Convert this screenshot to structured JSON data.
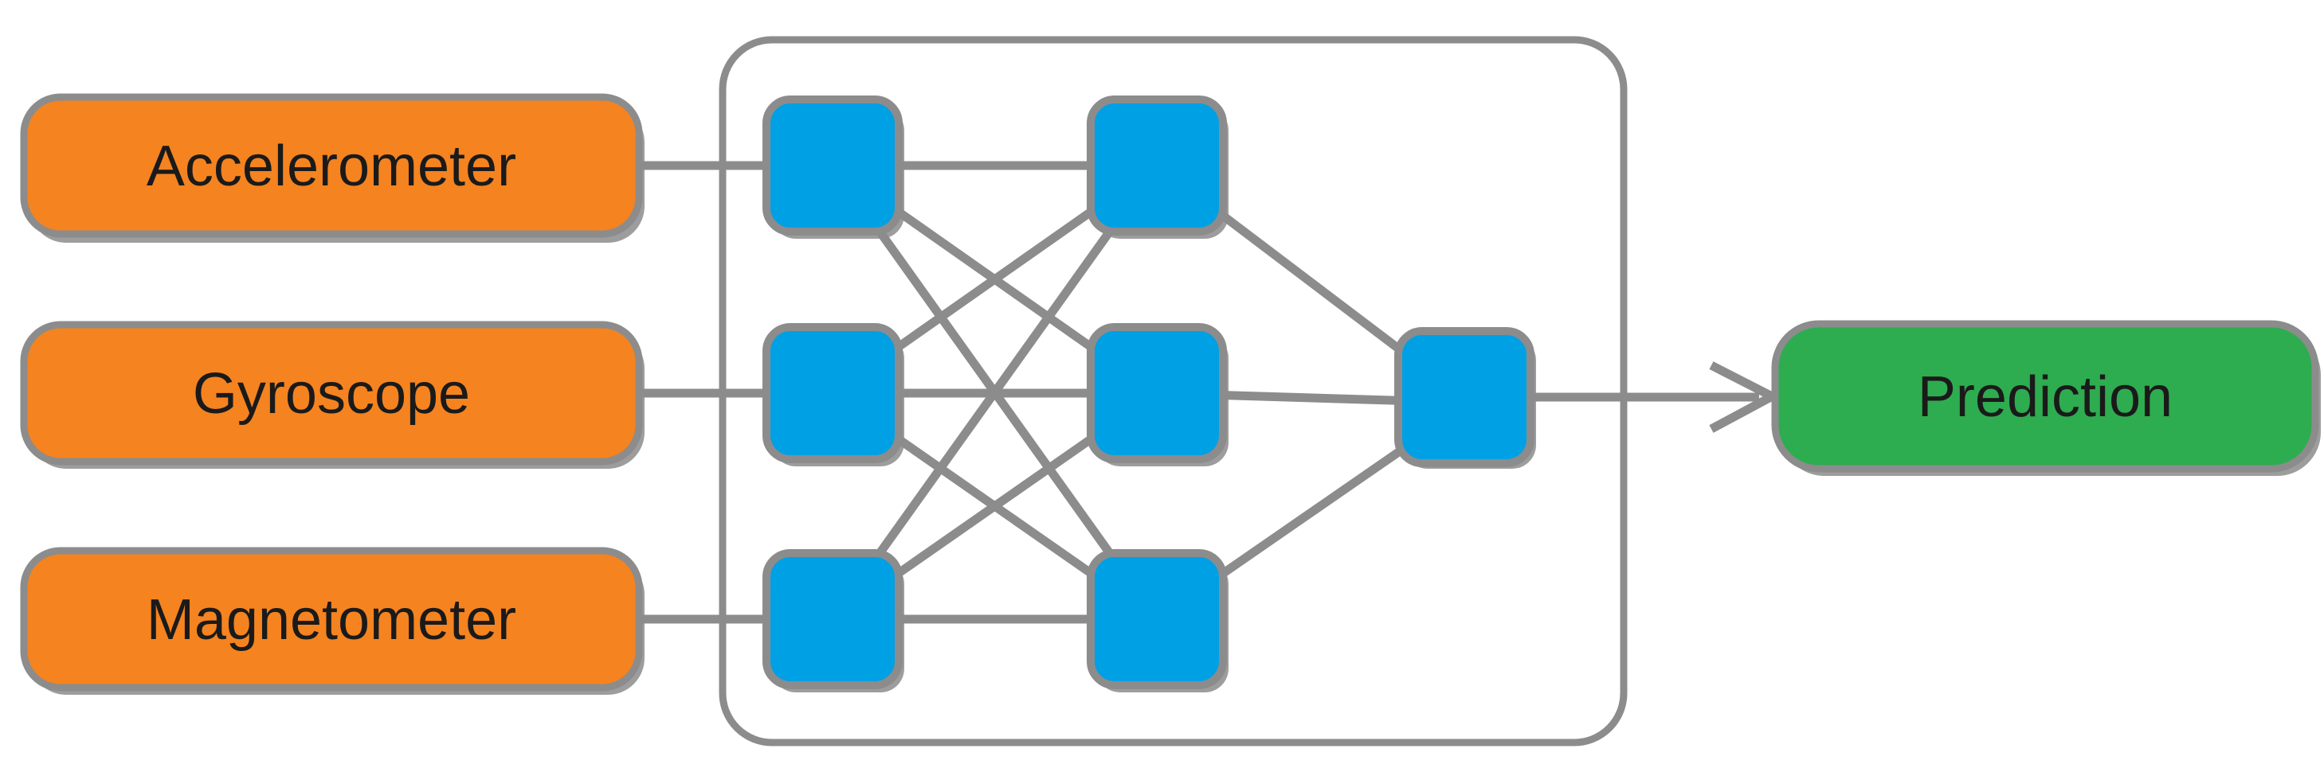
{
  "diagram": {
    "inputs": [
      {
        "label": "Accelerometer"
      },
      {
        "label": "Gyroscope"
      },
      {
        "label": "Magnetometer"
      }
    ],
    "network": {
      "layer_node_counts": [
        3,
        3,
        1
      ],
      "total_hidden_nodes": 7,
      "connections": "fully-connected between successive layers"
    },
    "output": {
      "label": "Prediction"
    }
  },
  "colors": {
    "input_fill": "#F5831F",
    "node_fill": "#00A0E4",
    "output_fill": "#2EAC50",
    "line_gray": "#8C8C8C",
    "border_gray": "#8C8C8C",
    "shadow_gray": "#9D9D9D",
    "text_dark": "#1A1A1A",
    "background": "#FFFFFF"
  }
}
